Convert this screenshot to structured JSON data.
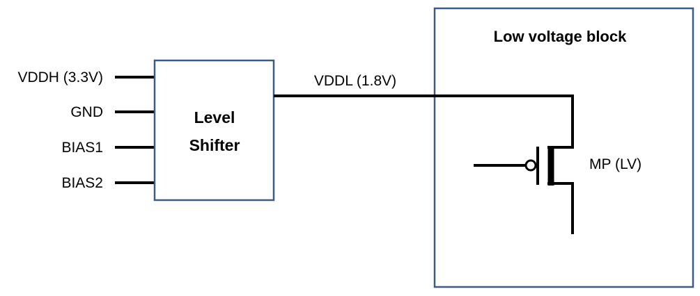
{
  "level_shifter": {
    "label_line1": "Level",
    "label_line2": "Shifter",
    "border_color": "#3b5a84",
    "pins": [
      {
        "label": "VDDH (3.3V)"
      },
      {
        "label": "GND"
      },
      {
        "label": "BIAS1"
      },
      {
        "label": "BIAS2"
      }
    ]
  },
  "output_net": {
    "label": "VDDL (1.8V)"
  },
  "low_voltage_block": {
    "title": "Low voltage block",
    "border_color": "#3b5a84",
    "transistor": {
      "label": "MP (LV)",
      "type": "pmos"
    }
  }
}
